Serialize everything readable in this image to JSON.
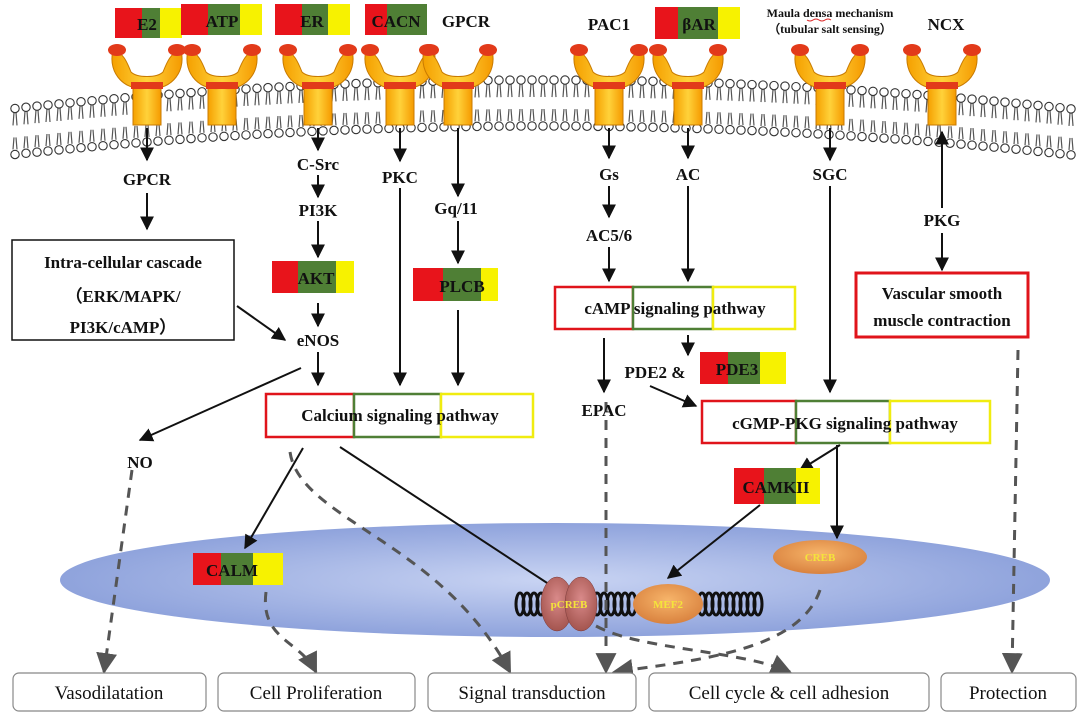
{
  "receptors": {
    "e2": "E2",
    "atp": "ATP",
    "er": "ER",
    "cacn": "CACN",
    "gpcr": "GPCR",
    "pac1": "PAC1",
    "bar": "βAR",
    "ncx": "NCX",
    "maula_line1": "Maula densa mechanism",
    "maula_line2": "（tubular salt sensing）"
  },
  "nodes": {
    "gpcr": "GPCR",
    "csrc": "C-Src",
    "pi3k": "PI3K",
    "akt": "AKT",
    "pkc": "PKC",
    "gq11": "Gq/11",
    "plcb": "PLCB",
    "gs": "Gs",
    "ac": "AC",
    "ac56": "AC5/6",
    "sgc": "SGC",
    "pkg": "PKG",
    "enos": "eNOS",
    "no": "NO",
    "epac": "EPAC",
    "pde2": "PDE2 &",
    "pde3": "PDE3",
    "camkii": "CAMKII",
    "calm": "CALM",
    "creb": "CREB",
    "pcreb": "pCREB",
    "mef2": "MEF2"
  },
  "boxes": {
    "cascade_line1": "Intra-cellular cascade",
    "cascade_line2": "（ERK/MAPK/",
    "cascade_line3": "PI3K/cAMP）",
    "calcium": "Calcium signaling pathway",
    "camp": "cAMP signaling pathway",
    "cgmp": "cGMP-PKG signaling pathway",
    "vsm_line1": "Vascular smooth",
    "vsm_line2": "muscle contraction"
  },
  "outcomes": {
    "vasodilatation": "Vasodilatation",
    "proliferation": "Cell Proliferation",
    "signal": "Signal transduction",
    "cycle": "Cell cycle & cell adhesion",
    "protection": "Protection"
  },
  "colors": {
    "red": "#e8141b",
    "green": "#4f7f35",
    "yellow": "#f7f200",
    "box_red": "#e0141b",
    "box_green": "#4f7f35",
    "box_yellow": "#f0ec10",
    "nucleus": "#a9b9e6",
    "receptor": "#f5a400",
    "arrow": "#111111",
    "dashed": "#555555"
  }
}
